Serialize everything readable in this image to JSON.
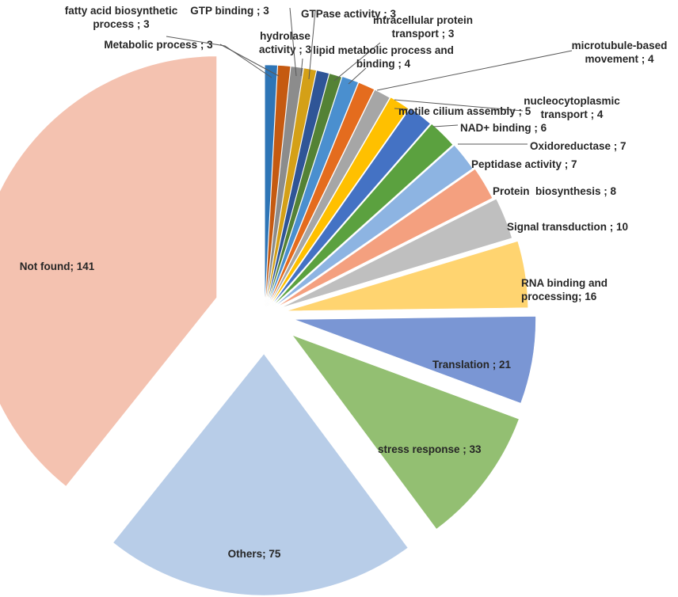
{
  "chart_data": {
    "type": "pie",
    "exploded": true,
    "start": "12 o'clock, clockwise",
    "slices": [
      {
        "label": "fatty acid biosynthetic process ; 3",
        "category": "fatty acid biosynthetic process",
        "value": 3,
        "color": "#2E75B6"
      },
      {
        "label": "Metabolic process ; 3",
        "category": "Metabolic process",
        "value": 3,
        "color": "#C55A11"
      },
      {
        "label": "GTP binding ; 3",
        "category": "GTP binding",
        "value": 3,
        "color": "#8C8C8C"
      },
      {
        "label": "hydrolase activity ; 3",
        "category": "hydrolase activity",
        "value": 3,
        "color": "#D4A017"
      },
      {
        "label": "GTPase activity ; 3",
        "category": "GTPase activity",
        "value": 3,
        "color": "#2F5597"
      },
      {
        "label": "intracellular protein transport ; 3",
        "category": "intracellular protein transport",
        "value": 3,
        "color": "#548235"
      },
      {
        "label": "lipid metabolic process and binding ; 4",
        "category": "lipid metabolic process and binding",
        "value": 4,
        "color": "#4A8FCF"
      },
      {
        "label": "microtubule-based movement ; 4",
        "category": "microtubule-based movement",
        "value": 4,
        "color": "#E46C1E"
      },
      {
        "label": "nucleocytoplasmic transport ; 4",
        "category": "nucleocytoplasmic transport",
        "value": 4,
        "color": "#A6A6A6"
      },
      {
        "label": "motile cilium assembly ; 5",
        "category": "motile cilium assembly",
        "value": 5,
        "color": "#FFC000"
      },
      {
        "label": "NAD+ binding ; 6",
        "category": "NAD+ binding",
        "value": 6,
        "color": "#4472C4"
      },
      {
        "label": "Oxidoreductase ; 7",
        "category": "Oxidoreductase",
        "value": 7,
        "color": "#5BA13F"
      },
      {
        "label": "Peptidase activity ; 7",
        "category": "Peptidase activity",
        "value": 7,
        "color": "#8DB4E2"
      },
      {
        "label": "Protein  biosynthesis ; 8",
        "category": "Protein  biosynthesis",
        "value": 8,
        "color": "#F4A07F"
      },
      {
        "label": "Signal transduction ; 10",
        "category": "Signal transduction",
        "value": 10,
        "color": "#BFBFBF"
      },
      {
        "label": "RNA binding and processing; 16",
        "category": "RNA binding and processing",
        "value": 16,
        "color": "#FFD470"
      },
      {
        "label": "Translation ; 21",
        "category": "Translation",
        "value": 21,
        "color": "#7A96D4"
      },
      {
        "label": "stress response ; 33",
        "category": "stress response",
        "value": 33,
        "color": "#93BF72"
      },
      {
        "label": "Others; 75",
        "category": "Others",
        "value": 75,
        "color": "#B8CDE8"
      },
      {
        "label": "Not found; 141",
        "category": "Not found",
        "value": 141,
        "color": "#F4C2B0"
      }
    ]
  }
}
